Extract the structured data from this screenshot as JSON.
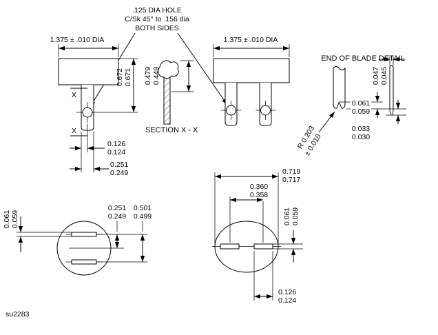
{
  "drawing": {
    "hole_callout": {
      "line1": ".125 DIA HOLE",
      "line2": "C/Sk 45° to .156 dia",
      "line3": "BOTH SIDES"
    },
    "front_view": {
      "dia": "1.375 ± .010 DIA",
      "height_max": "0.672",
      "height_min": "0.671",
      "section_top": "X",
      "section_bottom": "X",
      "offset_max": "0.126",
      "offset_min": "0.124",
      "width_max": "0.251",
      "width_min": "0.249"
    },
    "section_view": {
      "label": "SECTION X - X",
      "depth_max": "0.479",
      "depth_min": "0.449"
    },
    "side_view": {
      "dia": "1.375 ± .010 DIA"
    },
    "blade_detail": {
      "title": "END OF BLADE DETAIL",
      "thickness_max": "0.047",
      "thickness_min": "0.045",
      "notch_max": "0.061",
      "notch_min": "0.059",
      "tip_max": "0.033",
      "tip_min": "0.030",
      "radius": "R 0.203",
      "radius_tol": "± 0.010"
    },
    "bottom_left": {
      "slot_height_max": "0.061",
      "slot_height_min": "0.059",
      "center_offset_max": "0.251",
      "center_offset_min": "0.249",
      "slot_spacing_max": "0.501",
      "slot_spacing_min": "0.499"
    },
    "bottom_right": {
      "base_width_max": "0.719",
      "base_width_min": "0.717",
      "slot_spacing_max": "0.360",
      "slot_spacing_min": "0.358",
      "slot_height_max": "0.061",
      "slot_height_min": "0.059",
      "slot_width_max": "0.126",
      "slot_width_min": "0.124"
    },
    "drawing_number": "su2283"
  }
}
